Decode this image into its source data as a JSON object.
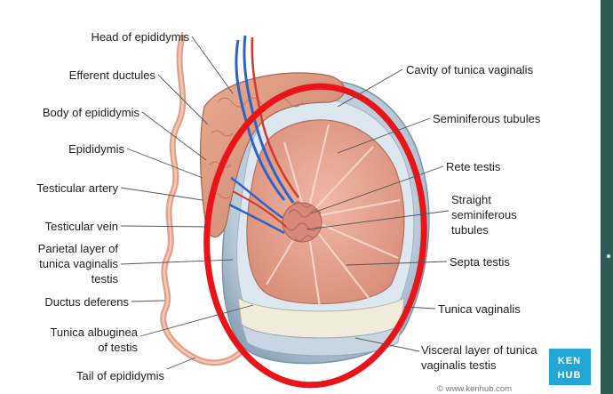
{
  "labels_left": {
    "head": "Head of epididymis",
    "efferent": "Efferent ductules",
    "body": "Body of epididymis",
    "epididymis": "Epididymis",
    "artery": "Testicular artery",
    "vein": "Testicular vein",
    "parietal_1": "Parietal layer of",
    "parietal_2": "tunica vaginalis",
    "parietal_3": "testis",
    "ductus": "Ductus deferens",
    "albuginea_1": "Tunica albuginea",
    "albuginea_2": "of testis",
    "tail": "Tail of epididymis"
  },
  "labels_right": {
    "cavity": "Cavity of tunica vaginalis",
    "seminiferous": "Seminiferous tubules",
    "rete": "Rete testis",
    "straight_1": "Straight",
    "straight_2": "seminiferous",
    "straight_3": "tubules",
    "septa": "Septa testis",
    "tunica_vaginalis": "Tunica vaginalis",
    "visceral_1": "Visceral layer of tunica",
    "visceral_2": "vaginalis testis"
  },
  "branding": {
    "logo_line1": "KEN",
    "logo_line2": "HUB",
    "credit": "© www.kenhub.com"
  },
  "colors": {
    "background_border": "#2f5b57",
    "highlight_ellipse": "#e8141a",
    "tissue": "#e8a894",
    "capsule": "#c7d6e3",
    "artery": "#d23a2a",
    "vein": "#2e63c2",
    "logo": "#22a6d6"
  }
}
